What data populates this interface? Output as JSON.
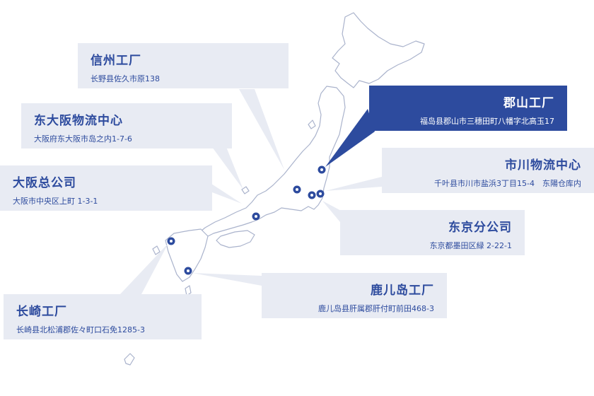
{
  "locations": {
    "shinshu": {
      "name": "信州工厂",
      "address": "长野县佐久市原138"
    },
    "higashi_osaka": {
      "name": "东大阪物流中心",
      "address": "大阪府东大阪市岛之内1-7-6"
    },
    "osaka_hq": {
      "name": "大阪总公司",
      "address": "大阪市中央区上町 1-3-1"
    },
    "koriyama": {
      "name": "郡山工厂",
      "address": "福岛县郡山市三穗田町八幡字北高玉17"
    },
    "ichikawa": {
      "name": "市川物流中心",
      "address": "千叶县市川市盐浜3丁目15-4　东陽仓库内"
    },
    "tokyo": {
      "name": "东京分公司",
      "address": "东京都墨田区緑 2-22-1"
    },
    "kagoshima": {
      "name": "鹿儿岛工厂",
      "address": "鹿儿岛县肝属郡肝付町前田468-3"
    },
    "nagasaki": {
      "name": "长崎工厂",
      "address": "长崎县北松浦郡佐々町口石免1285-3"
    }
  },
  "colors": {
    "accent": "#2d4b9e",
    "callout_bg": "#e8ebf3",
    "land_stroke": "#aab3cc"
  }
}
